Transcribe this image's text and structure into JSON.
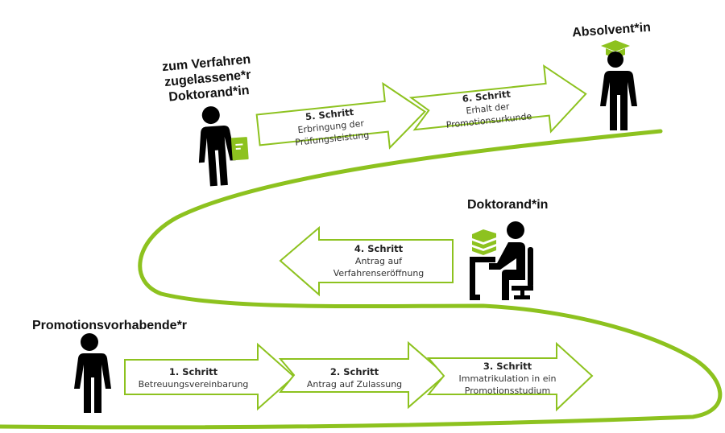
{
  "colors": {
    "accent": "#8dc21f",
    "figure": "#000000"
  },
  "roles": {
    "promotionsvorhabende": "Promotionsvorhabende*r",
    "doktorand": "Doktorand*in",
    "zugelassen": [
      "zum Verfahren",
      "zugelassene*r",
      "Doktorand*in"
    ],
    "absolvent": "Absolvent*in"
  },
  "steps": [
    {
      "title": "1. Schritt",
      "lines": [
        "Betreuungsvereinbarung"
      ]
    },
    {
      "title": "2. Schritt",
      "lines": [
        "Antrag auf Zulassung"
      ]
    },
    {
      "title": "3. Schritt",
      "lines": [
        "Immatrikulation in ein",
        "Promotionsstudium"
      ]
    },
    {
      "title": "4. Schritt",
      "lines": [
        "Antrag auf",
        "Verfahrenseröffnung"
      ]
    },
    {
      "title": "5. Schritt",
      "lines": [
        "Erbringung der",
        "Prüfungsleistung"
      ]
    },
    {
      "title": "6. Schritt",
      "lines": [
        "Erhalt der",
        "Promotionsurkunde"
      ]
    }
  ],
  "icons": {
    "person": "person-standing-icon",
    "person_seated": "person-studying-desk-icon",
    "books": "book-stack-icon",
    "person_book": "person-with-book-icon",
    "graduate": "graduate-icon",
    "cap": "mortarboard-icon"
  }
}
